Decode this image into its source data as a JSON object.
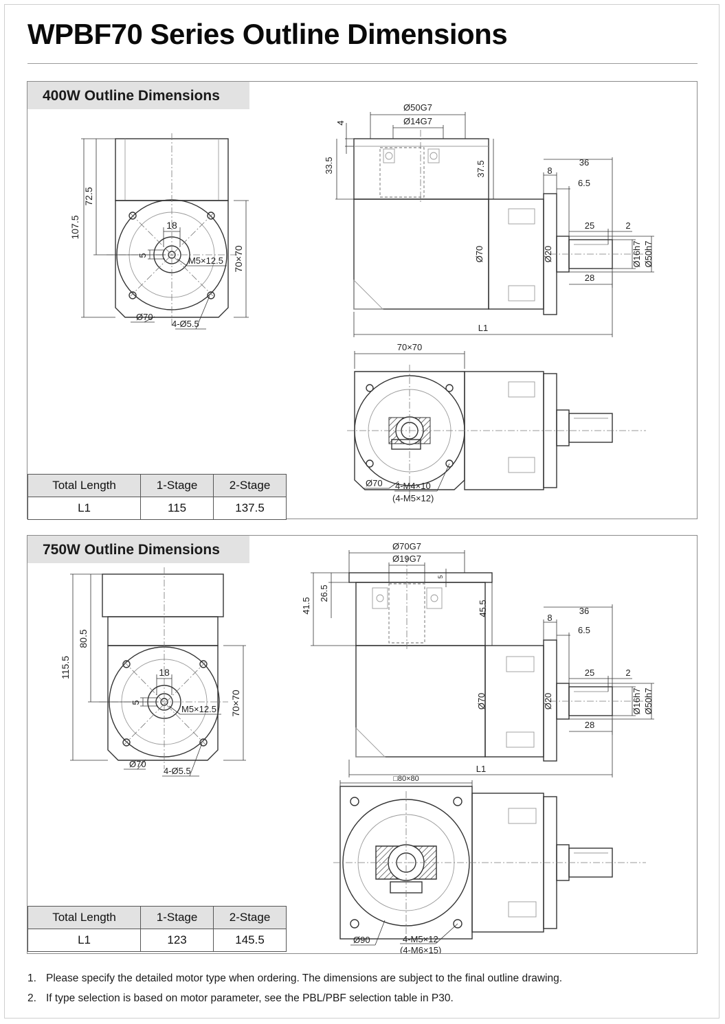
{
  "title": "WPBF70 Series Outline Dimensions",
  "sections": [
    {
      "header": "400W Outline Dimensions",
      "table": {
        "headers": [
          "Total Length",
          "1-Stage",
          "2-Stage"
        ],
        "row": [
          "L1",
          "115",
          "137.5"
        ]
      },
      "dims": {
        "front_height_total": "107.5",
        "front_height_upper": "72.5",
        "front_square": "70×70",
        "keyway_width": "18",
        "keyway_height": "5",
        "thread": "M5×12.5",
        "pcd": "Ø70",
        "holes": "4-Ø5.5",
        "motor_bore": "Ø50G7",
        "shaft_bore": "Ø14G7",
        "bore_depth_small": "4",
        "bore_depth": "33.5",
        "housing_height": "37.5",
        "flange_len": "36",
        "flange_thick": "8",
        "spigot_len": "6.5",
        "key_len": "25",
        "key_offset": "2",
        "shaft_len": "28",
        "housing_dia": "Ø70",
        "shaft_root_dia": "Ø20",
        "shaft_dia": "Ø16h7",
        "spigot_dia": "Ø50h7",
        "overall_length": "L1",
        "top_square": "70×70",
        "top_pcd": "Ø70",
        "top_thread": "4-M4×10",
        "top_thread_alt": "(4-M5×12)"
      }
    },
    {
      "header": "750W Outline Dimensions",
      "table": {
        "headers": [
          "Total Length",
          "1-Stage",
          "2-Stage"
        ],
        "row": [
          "L1",
          "123",
          "145.5"
        ]
      },
      "dims": {
        "front_height_total": "115.5",
        "front_height_upper": "80.5",
        "front_square": "70×70",
        "keyway_width": "18",
        "keyway_height": "5",
        "thread": "M5×12.5",
        "pcd": "Ø70",
        "holes": "4-Ø5.5",
        "motor_bore": "Ø70G7",
        "shaft_bore": "Ø19G7",
        "bore_depth_small": "5",
        "bore_depth": "41.5",
        "bore_depth_inner": "26.5",
        "housing_height": "45.5",
        "flange_len": "36",
        "flange_thick": "8",
        "spigot_len": "6.5",
        "key_len": "25",
        "key_offset": "2",
        "shaft_len": "28",
        "housing_dia": "Ø70",
        "shaft_root_dia": "Ø20",
        "shaft_dia": "Ø16h7",
        "spigot_dia": "Ø50h7",
        "overall_length": "L1",
        "top_square": "□80×80",
        "top_pcd": "Ø90",
        "top_thread": "4-M5×12",
        "top_thread_alt": "(4-M6×15)"
      }
    }
  ],
  "notes": [
    {
      "num": "1.",
      "text": "Please specify the detailed motor type when ordering. The dimensions are subject to the final outline drawing."
    },
    {
      "num": "2.",
      "text": "If type selection is based on motor parameter, see the PBL/PBF selection table in P30."
    }
  ]
}
